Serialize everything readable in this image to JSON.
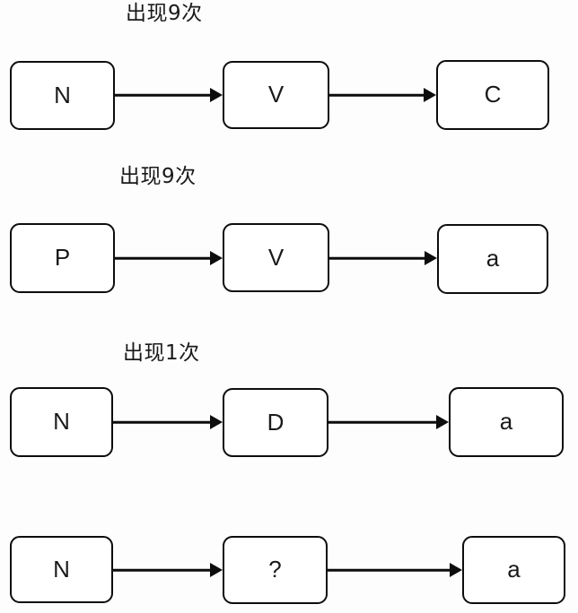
{
  "diagram": {
    "title": "",
    "background_color": "#fdfdfd",
    "stroke_color": "#0d0d0d",
    "node_fill_color": "#ffffff",
    "text_color": "#1a1a1a",
    "rows": [
      {
        "label": "出现9次",
        "nodes": [
          {
            "text": "N"
          },
          {
            "text": "V"
          },
          {
            "text": "C"
          }
        ]
      },
      {
        "label": "出现9次",
        "nodes": [
          {
            "text": "P"
          },
          {
            "text": "V"
          },
          {
            "text": "a"
          }
        ]
      },
      {
        "label": "出现1次",
        "nodes": [
          {
            "text": "N"
          },
          {
            "text": "D"
          },
          {
            "text": "a"
          }
        ]
      },
      {
        "label": "",
        "nodes": [
          {
            "text": "N"
          },
          {
            "text": "?"
          },
          {
            "text": "a"
          }
        ]
      }
    ]
  }
}
